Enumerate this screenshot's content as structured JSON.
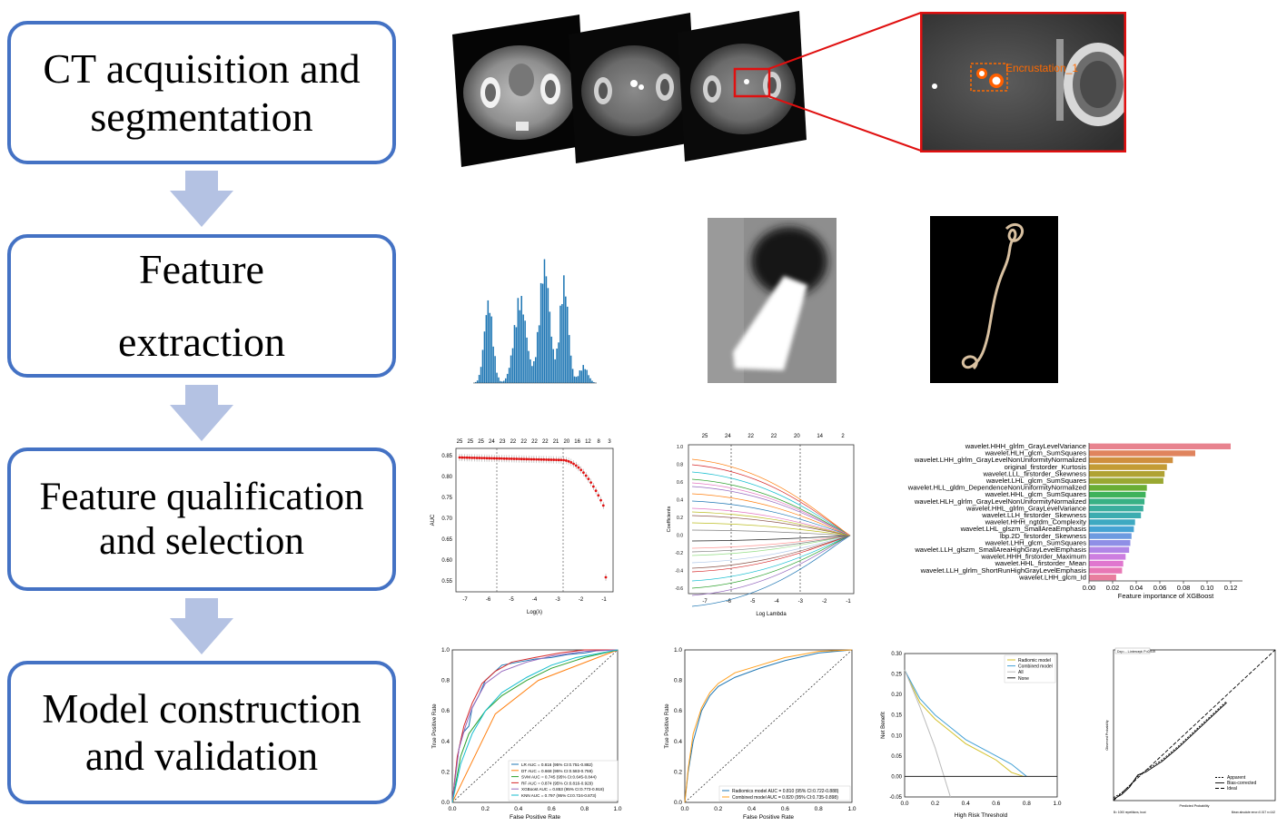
{
  "stages": [
    {
      "label": "CT acquisition and\nsegmentation"
    },
    {
      "label": "Feature\n\nextraction"
    },
    {
      "label": "Feature qualification\nand selection"
    },
    {
      "label": "Model construction\nand validation"
    }
  ],
  "row1": {
    "zoom_annotation": "Encrustation_1"
  },
  "lasso_auc": {
    "top_ticks": [
      "25",
      "25",
      "25",
      "24",
      "23",
      "22",
      "22",
      "22",
      "22",
      "21",
      "20",
      "16",
      "12",
      "8",
      "3"
    ],
    "x_ticks": [
      "-7",
      "-6",
      "-5",
      "-4",
      "-3",
      "-2",
      "-1"
    ],
    "y_ticks": [
      "0.85",
      "0.80",
      "0.75",
      "0.70",
      "0.65",
      "0.60",
      "0.55"
    ],
    "xlabel": "Log(λ)",
    "ylabel": "AUC"
  },
  "lasso_coef": {
    "top_ticks": [
      "25",
      "24",
      "22",
      "22",
      "20",
      "14",
      "2"
    ],
    "x_ticks": [
      "-7",
      "-6",
      "-5",
      "-4",
      "-3",
      "-2",
      "-1"
    ],
    "y_ticks": [
      "1.0",
      "0.8",
      "0.6",
      "0.4",
      "0.2",
      "0.0",
      "-0.2",
      "-0.4",
      "-0.6"
    ],
    "xlabel": "Log Lambda",
    "ylabel": "Coefficients"
  },
  "chart_data": [
    {
      "type": "bar",
      "orientation": "horizontal",
      "categories": [
        "wavelet.HHH_glrlm_GrayLevelVariance",
        "wavelet.HLH_glcm_SumSquares",
        "wavelet.LHH_glrlm_GrayLevelNonUniformityNormalized",
        "original_firstorder_Kurtosis",
        "wavelet.LLL_firstorder_Skewness",
        "wavelet.LHL_glcm_SumSquares",
        "wavelet.HLL_gldm_DependenceNonUniformityNormalized",
        "wavelet.HHL_glcm_SumSquares",
        "wavelet.HLH_glrlm_GrayLevelNonUniformityNormalized",
        "wavelet.HHL_glrlm_GrayLevelVariance",
        "wavelet.LLH_firstorder_Skewness",
        "wavelet.HHH_ngtdm_Complexity",
        "wavelet.LHL_glszm_SmallAreaEmphasis",
        "lbp.2D_firstorder_Skewness",
        "wavelet.LHH_glcm_SumSquares",
        "wavelet.LLH_glszm_SmallAreaHighGrayLevelEmphasis",
        "wavelet.HHH_firstorder_Maximum",
        "wavelet.HHL_firstorder_Mean",
        "wavelet.LLH_glrlm_ShortRunHighGrayLevelEmphasis",
        "wavelet.LHH_glcm_Id"
      ],
      "values": [
        0.12,
        0.09,
        0.071,
        0.066,
        0.064,
        0.063,
        0.049,
        0.048,
        0.047,
        0.046,
        0.044,
        0.039,
        0.038,
        0.036,
        0.035,
        0.034,
        0.031,
        0.029,
        0.028,
        0.023
      ],
      "xlabel": "Feature importance of XGBoost",
      "xlim": [
        0,
        0.13
      ],
      "x_ticks": [
        "0.00",
        "0.02",
        "0.04",
        "0.06",
        "0.08",
        "0.10",
        "0.12"
      ]
    },
    {
      "type": "line",
      "xlabel": "False Positive Rate",
      "ylabel": "True Positive Rate",
      "xlim": [
        0,
        1
      ],
      "ylim": [
        0,
        1
      ],
      "ticks": [
        "0.0",
        "0.2",
        "0.4",
        "0.6",
        "0.8",
        "1.0"
      ],
      "series": [
        {
          "name": "LR  AUC = 0.816 (95% CI:0.751-0.882)",
          "color": "#1f77b4",
          "x": [
            0,
            0.02,
            0.04,
            0.06,
            0.1,
            0.12,
            0.16,
            0.2,
            0.25,
            0.3,
            0.4,
            0.5,
            0.6,
            0.7,
            0.8,
            0.9,
            1
          ],
          "y": [
            0,
            0.2,
            0.35,
            0.45,
            0.5,
            0.62,
            0.7,
            0.8,
            0.85,
            0.9,
            0.92,
            0.94,
            0.95,
            0.97,
            0.98,
            1,
            1
          ]
        },
        {
          "name": "DT  AUC = 0.668 (95% CI:0.583-0.759)",
          "color": "#ff7f0e",
          "x": [
            0,
            0.26,
            0.52,
            1
          ],
          "y": [
            0,
            0.58,
            0.8,
            1
          ]
        },
        {
          "name": "SVM  AUC = 0.745 (95% CI:0.645-0.844)",
          "color": "#2ca02c",
          "x": [
            0,
            0.05,
            0.1,
            0.2,
            0.3,
            0.45,
            0.6,
            0.8,
            1
          ],
          "y": [
            0,
            0.3,
            0.45,
            0.6,
            0.7,
            0.8,
            0.88,
            0.95,
            1
          ]
        },
        {
          "name": "RF  AUC = 0.874 (95% CI:0.816-0.929)",
          "color": "#d62728",
          "x": [
            0,
            0.03,
            0.07,
            0.12,
            0.18,
            0.26,
            0.36,
            0.5,
            0.65,
            0.8,
            1
          ],
          "y": [
            0,
            0.3,
            0.5,
            0.65,
            0.78,
            0.86,
            0.92,
            0.95,
            0.98,
            1,
            1
          ]
        },
        {
          "name": "XGBoost  AUC = 0.853 (95% CI:0.773-0.918)",
          "color": "#9467bd",
          "x": [
            0,
            0.04,
            0.08,
            0.12,
            0.2,
            0.3,
            0.45,
            0.6,
            0.8,
            1
          ],
          "y": [
            0,
            0.35,
            0.5,
            0.62,
            0.78,
            0.86,
            0.92,
            0.96,
            0.99,
            1
          ]
        },
        {
          "name": "KNN  AUC = 0.797 (95% CI:0.724-0.873)",
          "color": "#17becf",
          "x": [
            0,
            0.05,
            0.12,
            0.2,
            0.3,
            0.45,
            0.6,
            0.75,
            0.9,
            1
          ],
          "y": [
            0,
            0.25,
            0.45,
            0.6,
            0.72,
            0.82,
            0.9,
            0.95,
            0.98,
            1
          ]
        }
      ]
    },
    {
      "type": "line",
      "xlabel": "False Positive Rate",
      "ylabel": "True Positive Rate",
      "xlim": [
        0,
        1
      ],
      "ylim": [
        0,
        1
      ],
      "ticks": [
        "0.0",
        "0.2",
        "0.4",
        "0.6",
        "0.8",
        "1.0"
      ],
      "series": [
        {
          "name": "Radiomics model  AUC = 0.810 (95% CI:0.722-0.888)",
          "color": "#1f77b4",
          "x": [
            0,
            0.02,
            0.05,
            0.1,
            0.15,
            0.2,
            0.3,
            0.45,
            0.6,
            0.8,
            1
          ],
          "y": [
            0,
            0.2,
            0.4,
            0.6,
            0.7,
            0.76,
            0.82,
            0.88,
            0.93,
            0.98,
            1
          ]
        },
        {
          "name": "Combined model  AUC = 0.820 (95% CI:0.735-0.898)",
          "color": "#ff9f1c",
          "x": [
            0,
            0.02,
            0.05,
            0.1,
            0.15,
            0.2,
            0.3,
            0.45,
            0.6,
            0.8,
            1
          ],
          "y": [
            0,
            0.22,
            0.45,
            0.62,
            0.72,
            0.78,
            0.85,
            0.9,
            0.95,
            0.99,
            1
          ]
        }
      ]
    },
    {
      "type": "line",
      "xlabel": "High Risk Threshold",
      "ylabel": "Net Benefit",
      "xlim": [
        0,
        1
      ],
      "ylim": [
        -0.05,
        0.3
      ],
      "x_ticks": [
        "0.0",
        "0.2",
        "0.4",
        "0.6",
        "0.8",
        "1.0"
      ],
      "y_ticks": [
        "0.30",
        "0.25",
        "0.20",
        "0.15",
        "0.10",
        "0.05",
        "0.00",
        "-0.05"
      ],
      "series": [
        {
          "name": "Radiomic model",
          "color": "#d4c12a",
          "x": [
            0,
            0.1,
            0.2,
            0.3,
            0.4,
            0.5,
            0.6,
            0.7,
            0.78
          ],
          "y": [
            0.26,
            0.18,
            0.14,
            0.11,
            0.08,
            0.06,
            0.04,
            0.01,
            0
          ]
        },
        {
          "name": "Combined model",
          "color": "#45a1d6",
          "x": [
            0,
            0.1,
            0.2,
            0.3,
            0.4,
            0.5,
            0.6,
            0.7,
            0.8
          ],
          "y": [
            0.26,
            0.19,
            0.15,
            0.12,
            0.09,
            0.07,
            0.05,
            0.03,
            0
          ]
        },
        {
          "name": "All",
          "color": "#bbbbbb",
          "x": [
            0,
            0.1,
            0.2,
            0.3
          ],
          "y": [
            0.26,
            0.17,
            0.07,
            -0.05
          ]
        },
        {
          "name": "None",
          "color": "#222222",
          "x": [
            0,
            1
          ],
          "y": [
            0,
            0
          ]
        }
      ]
    },
    {
      "type": "line",
      "title": "Dxy=... L.intercept: P=0.919",
      "xlabel": "Predicted Probability",
      "ylabel": "Observed Probability",
      "xlim": [
        0,
        1
      ],
      "ylim": [
        0,
        1
      ],
      "footer_left": "B= 1000 repetitions, boot",
      "footer_right": "Mean absolute error=0.017 n=142",
      "series": [
        {
          "name": "Apparent",
          "color": "#000000",
          "x": [
            0,
            0.05,
            0.1,
            0.15,
            0.2,
            0.3,
            0.4,
            0.5,
            0.6,
            0.7
          ],
          "y": [
            0.02,
            0.05,
            0.1,
            0.16,
            0.2,
            0.27,
            0.36,
            0.46,
            0.56,
            0.66
          ]
        },
        {
          "name": "Bias-corrected",
          "color": "#000000",
          "x": [
            0,
            0.05,
            0.1,
            0.15,
            0.2,
            0.3,
            0.4,
            0.5,
            0.6,
            0.7
          ],
          "y": [
            0.01,
            0.04,
            0.09,
            0.17,
            0.19,
            0.26,
            0.35,
            0.45,
            0.55,
            0.65
          ]
        },
        {
          "name": "Ideal",
          "color": "#000000",
          "x": [
            0,
            1
          ],
          "y": [
            0,
            1
          ]
        }
      ]
    }
  ]
}
